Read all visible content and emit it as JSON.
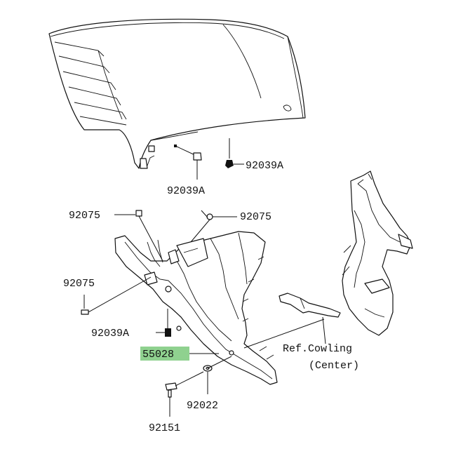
{
  "parts": {
    "top_right_clip": "92039A",
    "top_center_clip": "92039A",
    "left_upper_bolt": "92075",
    "right_upper_bolt": "92075",
    "left_mid_bolt": "92075",
    "lower_clip": "92039A",
    "main_cowling": "55028",
    "washer": "92022",
    "lower_bolt": "92151"
  },
  "reference": {
    "line1": "Ref.Cowling",
    "line2": "(Center)"
  },
  "colors": {
    "highlight": "#8fd18f",
    "line": "#111111",
    "background": "#ffffff"
  }
}
